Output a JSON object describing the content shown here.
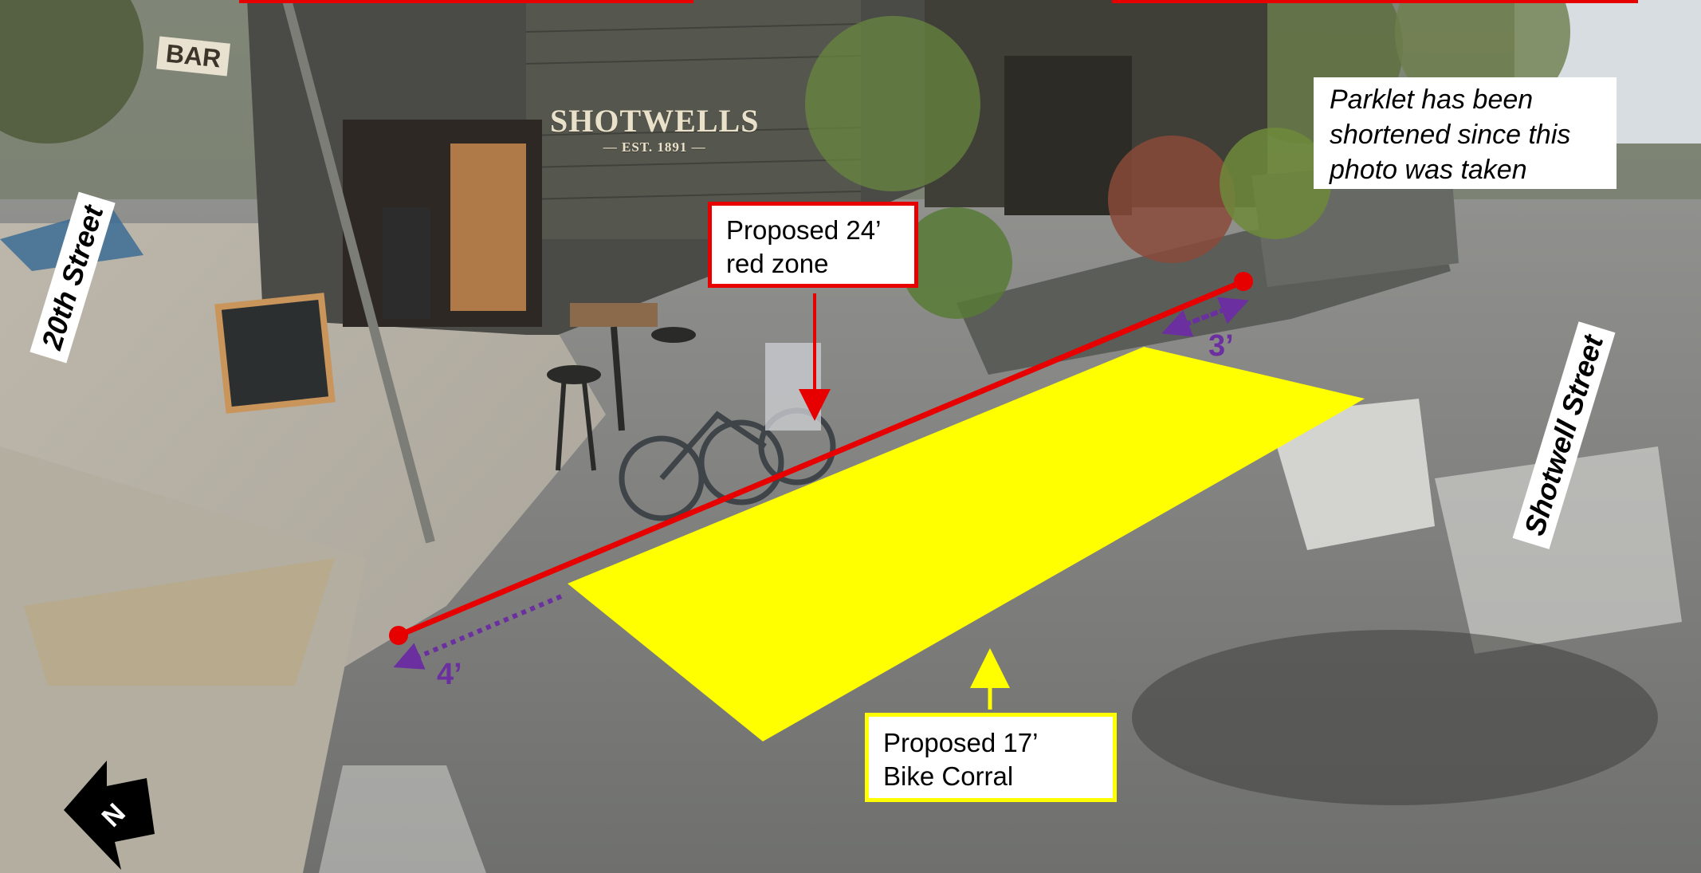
{
  "colors": {
    "red_zone": "#e60000",
    "bike_corral": "#ffff00",
    "dimension": "#6b2fa0",
    "callout_background": "#ffffff"
  },
  "callouts": {
    "red_zone": {
      "line1": "Proposed 24’",
      "line2": "red zone"
    },
    "bike_corral": {
      "line1": "Proposed 17’",
      "line2": "Bike Corral"
    },
    "parklet_note": {
      "line1": "Parklet has been",
      "line2": "shortened since this",
      "line3": "photo was taken"
    }
  },
  "streets": {
    "cross_street": "20th Street",
    "main_street": "Shotwell Street"
  },
  "dimensions": {
    "curb_setback": "4’",
    "parklet_buffer": "3’"
  },
  "north_arrow": {
    "label": "N",
    "icon": "north-arrow-icon"
  },
  "storefront": {
    "name": "SHOTWELLS",
    "established": "— EST. 1891 —",
    "corner_sign": "BAR"
  }
}
